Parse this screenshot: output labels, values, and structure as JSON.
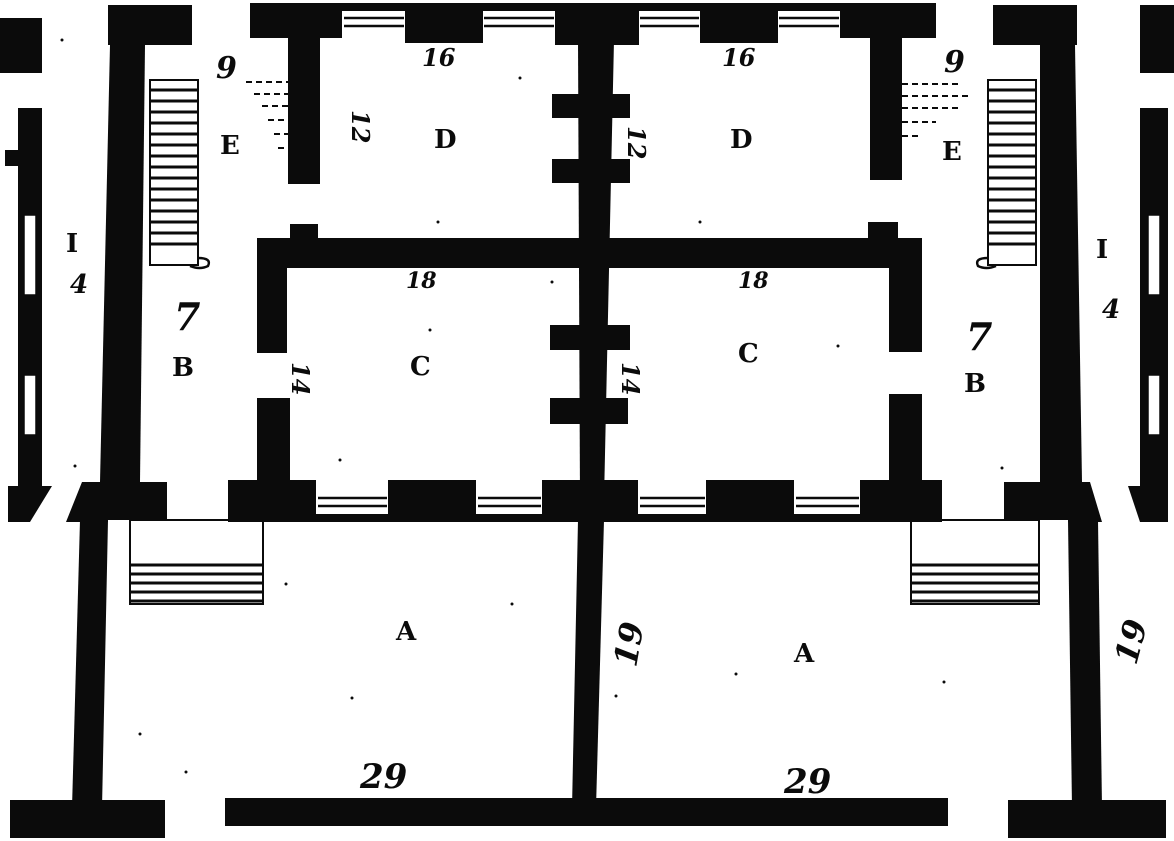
{
  "rooms": {
    "A_left": "A",
    "A_right": "A",
    "B_left": "B",
    "B_right": "B",
    "C_left": "C",
    "C_right": "C",
    "D_left": "D",
    "D_right": "D",
    "E_left": "E",
    "E_right": "E",
    "I_left": "I",
    "I_right": "I"
  },
  "dimensions": {
    "front_left": "29",
    "front_right": "29",
    "center_wall": "19",
    "right_wall": "19",
    "corridor_left": "4",
    "corridor_right": "4",
    "hall_left": "7",
    "hall_right": "7",
    "stair_left": "9",
    "stair_right": "9",
    "rear_left": "16",
    "rear_right": "16",
    "mid_left": "18",
    "mid_right": "18",
    "depth_D_left": "12",
    "depth_D_right": "12",
    "depth_C_left": "14",
    "depth_C_right": "14"
  }
}
